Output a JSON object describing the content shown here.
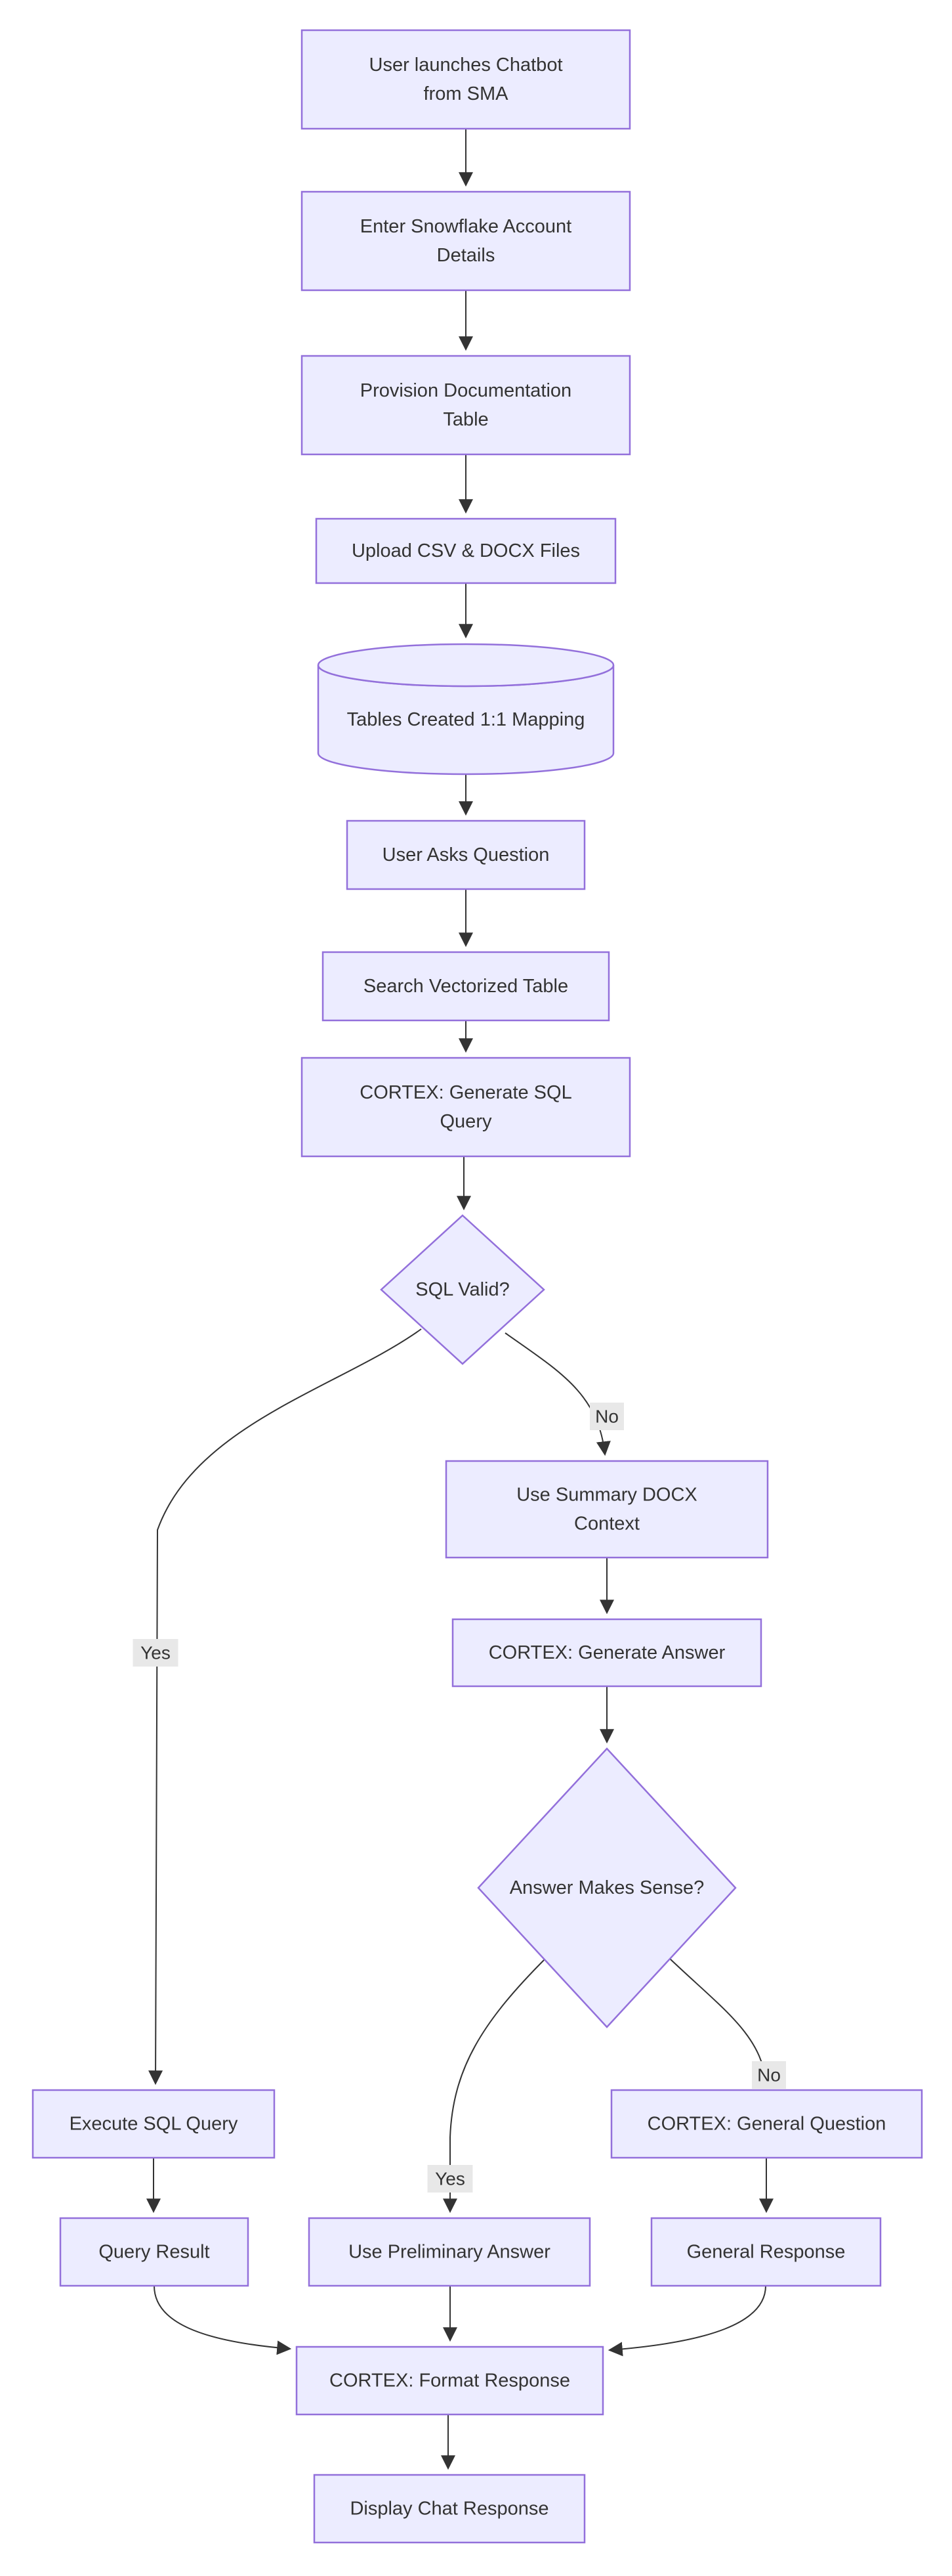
{
  "diagram": {
    "kind": "flowchart",
    "theme": {
      "node_fill": "#ECECFF",
      "node_border": "#9370DB",
      "text_color": "#333333",
      "edge_color": "#333333",
      "edge_label_bg": "#E8E8E8",
      "background": "#FFFFFF"
    },
    "nodes": [
      {
        "id": "launch",
        "shape": "rect",
        "label": "User launches Chatbot from SMA",
        "lines": [
          "User launches Chatbot",
          "from SMA"
        ]
      },
      {
        "id": "account",
        "shape": "rect",
        "label": "Enter Snowflake Account Details",
        "lines": [
          "Enter Snowflake Account",
          "Details"
        ]
      },
      {
        "id": "provision",
        "shape": "rect",
        "label": "Provision Documentation Table",
        "lines": [
          "Provision Documentation",
          "Table"
        ]
      },
      {
        "id": "upload",
        "shape": "rect",
        "label": "Upload CSV & DOCX Files",
        "lines": [
          "Upload CSV & DOCX Files"
        ]
      },
      {
        "id": "tables",
        "shape": "cylinder",
        "label": "Tables Created 1:1 Mapping",
        "lines": [
          "Tables Created 1:1 Mapping"
        ]
      },
      {
        "id": "ask",
        "shape": "rect",
        "label": "User Asks Question",
        "lines": [
          "User Asks Question"
        ]
      },
      {
        "id": "search",
        "shape": "rect",
        "label": "Search Vectorized Table",
        "lines": [
          "Search Vectorized Table"
        ]
      },
      {
        "id": "gensql",
        "shape": "rect",
        "label": "CORTEX: Generate SQL Query",
        "lines": [
          "CORTEX: Generate SQL",
          "Query"
        ]
      },
      {
        "id": "sqlvalid",
        "shape": "diamond",
        "label": "SQL Valid?",
        "lines": [
          "SQL Valid?"
        ]
      },
      {
        "id": "summary",
        "shape": "rect",
        "label": "Use Summary DOCX Context",
        "lines": [
          "Use Summary DOCX",
          "Context"
        ]
      },
      {
        "id": "genanswer",
        "shape": "rect",
        "label": "CORTEX: Generate Answer",
        "lines": [
          "CORTEX: Generate Answer"
        ]
      },
      {
        "id": "makessense",
        "shape": "diamond",
        "label": "Answer Makes Sense?",
        "lines": [
          "Answer Makes Sense?"
        ]
      },
      {
        "id": "execsql",
        "shape": "rect",
        "label": "Execute SQL Query",
        "lines": [
          "Execute SQL Query"
        ]
      },
      {
        "id": "queryresult",
        "shape": "rect",
        "label": "Query Result",
        "lines": [
          "Query Result"
        ]
      },
      {
        "id": "prelim",
        "shape": "rect",
        "label": "Use Preliminary Answer",
        "lines": [
          "Use Preliminary Answer"
        ]
      },
      {
        "id": "generalq",
        "shape": "rect",
        "label": "CORTEX: General Question",
        "lines": [
          "CORTEX: General Question"
        ]
      },
      {
        "id": "generalresp",
        "shape": "rect",
        "label": "General Response",
        "lines": [
          "General Response"
        ]
      },
      {
        "id": "format",
        "shape": "rect",
        "label": "CORTEX: Format Response",
        "lines": [
          "CORTEX: Format Response"
        ]
      },
      {
        "id": "display",
        "shape": "rect",
        "label": "Display Chat Response",
        "lines": [
          "Display Chat Response"
        ]
      }
    ],
    "edges": [
      {
        "from": "launch",
        "to": "account",
        "label": ""
      },
      {
        "from": "account",
        "to": "provision",
        "label": ""
      },
      {
        "from": "provision",
        "to": "upload",
        "label": ""
      },
      {
        "from": "upload",
        "to": "tables",
        "label": ""
      },
      {
        "from": "tables",
        "to": "ask",
        "label": ""
      },
      {
        "from": "ask",
        "to": "search",
        "label": ""
      },
      {
        "from": "search",
        "to": "gensql",
        "label": ""
      },
      {
        "from": "gensql",
        "to": "sqlvalid",
        "label": ""
      },
      {
        "from": "sqlvalid",
        "to": "execsql",
        "label": "Yes"
      },
      {
        "from": "sqlvalid",
        "to": "summary",
        "label": "No"
      },
      {
        "from": "summary",
        "to": "genanswer",
        "label": ""
      },
      {
        "from": "genanswer",
        "to": "makessense",
        "label": ""
      },
      {
        "from": "makessense",
        "to": "prelim",
        "label": "Yes"
      },
      {
        "from": "makessense",
        "to": "generalq",
        "label": "No"
      },
      {
        "from": "execsql",
        "to": "queryresult",
        "label": ""
      },
      {
        "from": "generalq",
        "to": "generalresp",
        "label": ""
      },
      {
        "from": "queryresult",
        "to": "format",
        "label": ""
      },
      {
        "from": "prelim",
        "to": "format",
        "label": ""
      },
      {
        "from": "generalresp",
        "to": "format",
        "label": ""
      },
      {
        "from": "format",
        "to": "display",
        "label": ""
      }
    ]
  }
}
